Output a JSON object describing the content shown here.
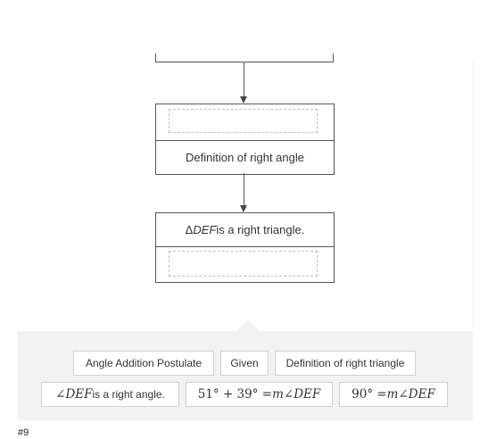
{
  "flowchart": {
    "step1": {
      "reason": "Definition of right angle"
    },
    "step2": {
      "statement_symbol": "Δ",
      "statement_var": "DEF",
      "statement_rest": " is a right triangle."
    }
  },
  "answer_bank": {
    "options": [
      {
        "label": "Angle Addition Postulate"
      },
      {
        "label": "Given"
      },
      {
        "label": "Definition of right triangle"
      }
    ],
    "math_options": {
      "right_angle": {
        "symbol": "∠",
        "var": "DEF",
        "rest": " is a right angle."
      },
      "sum": {
        "lhs": "51° + 39° = ",
        "m": "m",
        "angle": "∠",
        "var": "DEF"
      },
      "ninety": {
        "lhs": "90° = ",
        "m": "m",
        "angle": "∠",
        "var": "DEF"
      }
    }
  },
  "footer": {
    "label": "#9"
  }
}
